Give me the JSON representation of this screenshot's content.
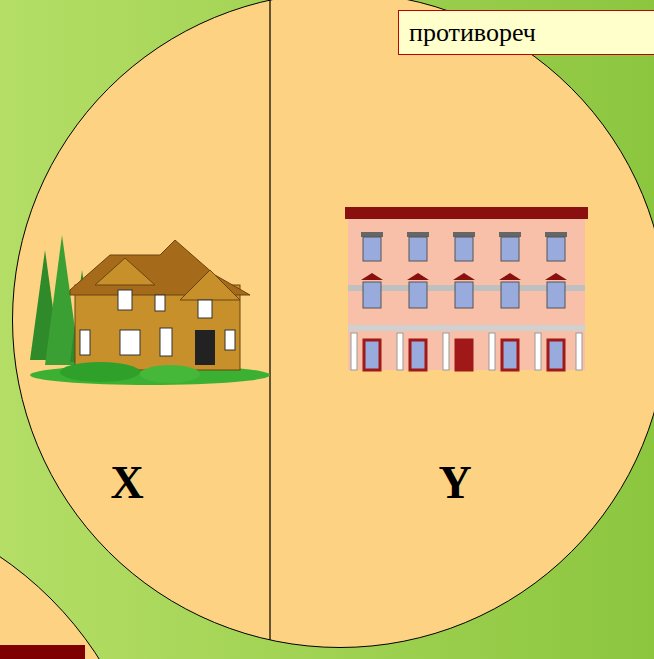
{
  "diagram": {
    "nodes": [
      {
        "text": [
          "X",
          "Y"
        ]
      },
      {
        "text": [
          "противореч"
        ]
      }
    ]
  }
}
